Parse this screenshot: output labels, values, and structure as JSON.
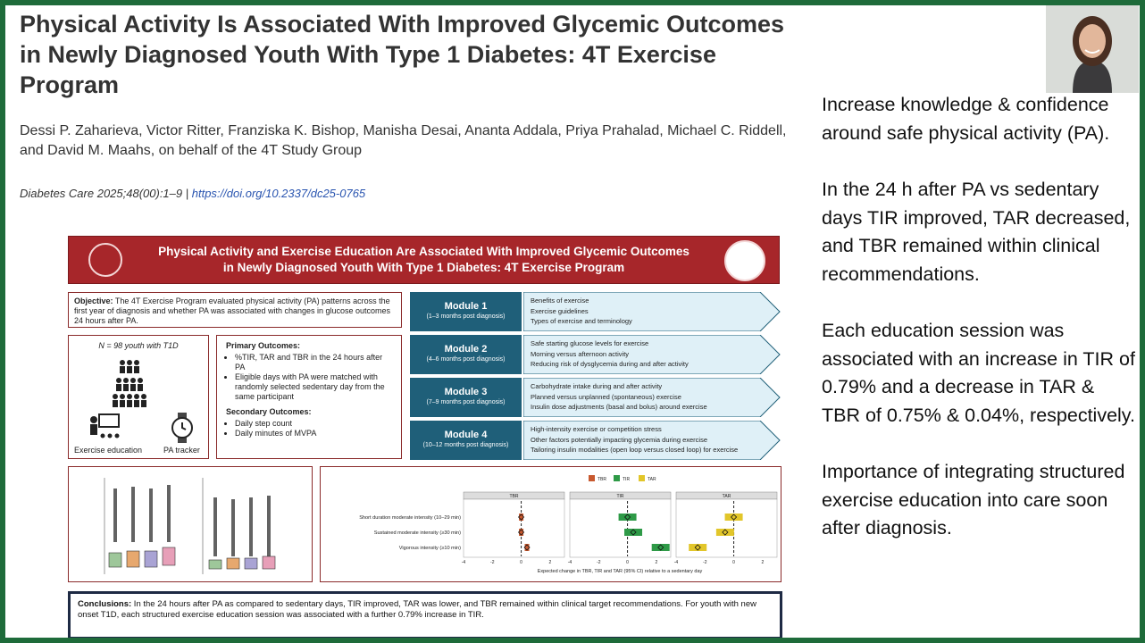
{
  "paper": {
    "title": "Physical Activity Is Associated With Improved Glycemic Outcomes in Newly Diagnosed Youth With Type 1 Diabetes: 4T Exercise Program",
    "authors": "Dessi P. Zaharieva, Victor Ritter, Franziska K. Bishop, Manisha Desai, Ananta Addala, Priya Prahalad, Michael C. Riddell, and David M. Maahs, on behalf of the 4T Study Group",
    "citation": "Diabetes Care 2025;48(00):1–9 | ",
    "doi": "https://doi.org/10.2337/dc25-0765"
  },
  "abstract": {
    "banner_line1": "Physical Activity and Exercise Education Are Associated With Improved Glycemic Outcomes",
    "banner_line2": "in Newly Diagnosed Youth With Type 1 Diabetes: 4T Exercise Program",
    "objective_label": "Objective:",
    "objective_text": " The 4T Exercise Program evaluated physical activity (PA) patterns across the first year of diagnosis and whether PA was associated with changes in glucose outcomes 24 hours after PA.",
    "cohort": "N = 98 youth with T1D",
    "exercise_education": "Exercise education",
    "pa_tracker": "PA tracker",
    "primary_label": "Primary Outcomes:",
    "primary_items": [
      "%TIR, TAR and TBR in the 24 hours after PA",
      "Eligible days with PA were matched with randomly selected sedentary day from the same participant"
    ],
    "secondary_label": "Secondary Outcomes:",
    "secondary_items": [
      "Daily step count",
      "Daily minutes of MVPA"
    ],
    "modules": [
      {
        "title": "Module 1",
        "sub": "(1–3 months post diagnosis)",
        "items": [
          "Benefits of exercise",
          "Exercise guidelines",
          "Types of exercise and terminology"
        ]
      },
      {
        "title": "Module 2",
        "sub": "(4–6 months post diagnosis)",
        "items": [
          "Safe starting glucose levels for exercise",
          "Morning versus afternoon activity",
          "Reducing risk of dysglycemia during and after activity"
        ]
      },
      {
        "title": "Module 3",
        "sub": "(7–9 months post diagnosis)",
        "items": [
          "Carbohydrate intake during and after activity",
          "Planned versus unplanned (spontaneous) exercise",
          "Insulin dose adjustments (basal and bolus) around exercise"
        ]
      },
      {
        "title": "Module 4",
        "sub": "(10–12 months post diagnosis)",
        "items": [
          "High-intensity exercise or competition stress",
          "Other factors potentially impacting glycemia during exercise",
          "Tailoring insulin modalities (open loop versus closed loop) for exercise"
        ]
      }
    ],
    "forest": {
      "legend": [
        "TBR",
        "TIR",
        "TAR"
      ],
      "rows": [
        "Short duration moderate intensity (10–29 min)",
        "Sustained moderate intensity (≥30 min)",
        "Vigorous intensity (≥10 min)"
      ],
      "xlabel": "Expected change in TBR, TIR and TAR (95% CI) relative to a sedentary day",
      "ticks": [
        "-4",
        "-2",
        "0",
        "2"
      ]
    },
    "conclusion_label": "Conclusions:",
    "conclusion_text": " In the 24 hours after PA as compared to sedentary days, TIR improved, TAR was lower, and TBR remained within clinical target recommendations. For youth with new onset T1D, each structured exercise education session was associated with a further 0.79% increase in TIR."
  },
  "colors": {
    "banner": "#a7262a",
    "module": "#1f5f79",
    "arrow": "#dff0f7",
    "tbr": "#c8592f",
    "tir": "#2e9a47",
    "tar": "#e2c62a"
  },
  "chart_data": [
    {
      "type": "scatter",
      "title": "",
      "panels": [
        "TBR",
        "TIR",
        "TAR"
      ],
      "categories": [
        "Short duration moderate intensity (10–29 min)",
        "Sustained moderate intensity (≥30 min)",
        "Vigorous intensity (≥10 min)"
      ],
      "series": [
        {
          "name": "TBR",
          "values": [
            0.0,
            0.0,
            0.4
          ]
        },
        {
          "name": "TIR",
          "values": [
            0.0,
            0.4,
            2.3
          ]
        },
        {
          "name": "TAR",
          "values": [
            0.0,
            -0.6,
            -2.5
          ]
        }
      ],
      "xlabel": "Expected change in TBR, TIR and TAR (95% CI) relative to a sedentary day",
      "xlim": [
        -4,
        3
      ]
    }
  ],
  "notes": [
    "Increase knowledge & confidence around safe physical activity (PA).",
    "In the 24 h after PA vs sedentary days TIR improved, TAR decreased, and TBR remained within clinical recommendations.",
    "Each education session was associated with an increase in TIR of 0.79% and a decrease in TAR & TBR of 0.75% & 0.04%, respectively.",
    "Importance of integrating structured exercise education into care soon after diagnosis."
  ]
}
